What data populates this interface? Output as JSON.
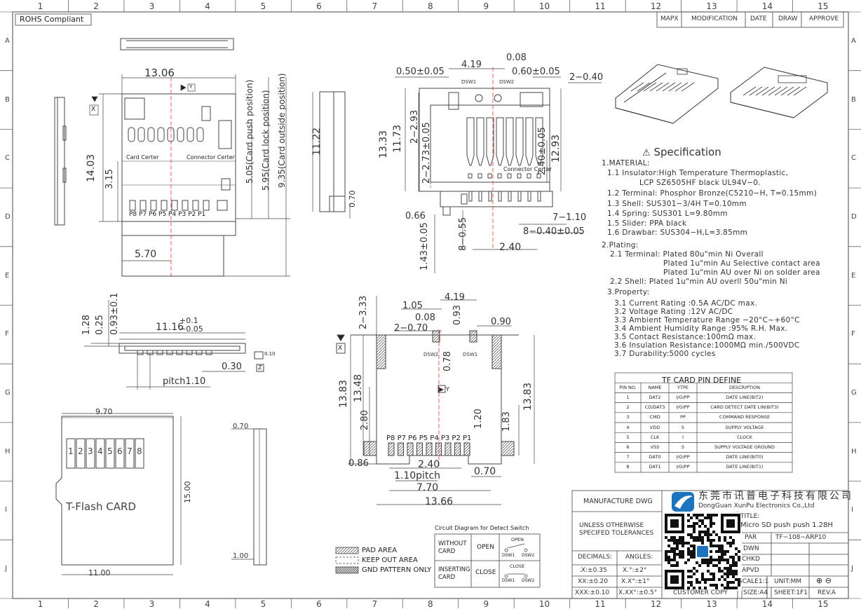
{
  "grid": {
    "cols": [
      "1",
      "2",
      "3",
      "4",
      "5",
      "6",
      "7",
      "8",
      "9",
      "10",
      "11",
      "12",
      "13",
      "14",
      "15"
    ],
    "rows": [
      "A",
      "B",
      "C",
      "D",
      "E",
      "F",
      "G",
      "H",
      "I",
      "J"
    ]
  },
  "rohs": "ROHS Compliant",
  "revision_table": {
    "headers": [
      "MAPX",
      "MODIFICATION",
      "DATE",
      "DRAW",
      "APPROVE"
    ]
  },
  "top_view": {
    "width": "13.06",
    "height": "14.03",
    "d315": "3.15",
    "d570": "5.70",
    "push": "5.05(Card push position)",
    "lock": "5.95(Card lock position)",
    "outside": "9.35(Card outside position)",
    "card_center": "Card Certer",
    "connector_center": "Connector Certer",
    "pins": "P8 P7 P6 P5 P4 P3 P2 P1",
    "x_ref": "X",
    "y_ref": "Y"
  },
  "side_view": {
    "d1122": "11.22",
    "d070": "0.70"
  },
  "bottom_view": {
    "d050": "0.50±0.05",
    "d419": "4.19",
    "d008": "0.08",
    "d060": "0.60±0.05",
    "d2040": "2−0.40",
    "d1333": "13.33",
    "d1173": "11.73",
    "d293": "2−2.93",
    "d273": "2−2.73±0.05",
    "d240": "2.40±0.05",
    "d1293": "12.93",
    "d066": "0.66",
    "d143": "1.43±0.05",
    "d855": "8−0.55",
    "d240b": "2.40",
    "d710": "7−1.10",
    "d8040": "8−0.40±0.05",
    "dsw1": "DSW1",
    "dsw2": "DSW2",
    "connector_center": "Connector Certer"
  },
  "front_view": {
    "d128": "1.28",
    "d025": "0.25",
    "d093": "0.93±0.1",
    "d1116": "11.16",
    "tol_plus": "+0.1",
    "tol_minus": "−0.05",
    "d030": "0.30",
    "pitch": "pitch1.10",
    "flat": "0.10",
    "z_ref": "Z"
  },
  "footprint": {
    "d333": "2−3.33",
    "d105": "1.05",
    "d419": "4.19",
    "d008": "0.08",
    "d093": "0.93",
    "d2070": "2−0.70",
    "d090": "0.90",
    "d078": "0.78",
    "d1383": "13.83",
    "d1348": "13.48",
    "d280": "2.80",
    "d1383r": "13.83",
    "d183": "1.83",
    "d120": "1.20",
    "d086": "0.86",
    "d240": "2.40",
    "pitch": "1.10pitch",
    "d770": "7.70",
    "d070": "0.70",
    "d1366": "13.66",
    "pins": "P8 P7 P6 P5 P4 P3 P2 P1",
    "dsw1": "DSW1",
    "dsw2": "DSW2",
    "x_ref": "X",
    "y_ref": "Y"
  },
  "card": {
    "width": "9.70",
    "height": "15.00",
    "bottom": "11.00",
    "label": "T-Flash  CARD",
    "pins": [
      "1",
      "2",
      "3",
      "4",
      "5",
      "6",
      "7",
      "8"
    ]
  },
  "card_side": {
    "top": "0.70",
    "bottom": "1.00"
  },
  "specification": {
    "title": "Specification",
    "lines": [
      "1.MATERIAL:",
      "1.1  Insulator:High  Temperature  Thermoplastic,",
      "LCP  SZ6505HF   black  UL94V−0.",
      "1.2  Terminal:  Phosphor Bronze(C5210−H,  T=0.15mm)",
      "1.3  Shell:  SUS301−3/4H    T=0.10mm",
      "1.4  Spring:   SUS301   L=9.80mm",
      "1.5  Slider:   PPA   black",
      "1.6  Drawbar:   SUS304−H,L=3.85mm",
      "2.Plating:",
      "2.1  Terminal:  Plated  80u\"min  Ni  Overall",
      "Plated  1u\"min  Au  Selective  contact  area",
      "Plated  1u\"min  AU  over  Ni  on  solder  area",
      "2.2  Shell:  Plated  1u\"min  AU  overll  50u\"min  Ni",
      "3.Property:",
      "3.1  Current  Rating  :0.5A  AC/DC  max.",
      "3.2  Voltage  Rating  :12V  AC/DC",
      "3.3  Ambient  Temperature  Range   −20°C~+60°C",
      "3.4  Ambient  Humidity  Range  :95%  R.H.  Max.",
      "3.5  Contact  Resistance:100mΩ  max.",
      "3.6  Insulation  Resistance:1000MΩ  min./500VDC",
      "3.7  Durability:5000  cycles"
    ]
  },
  "pin_table": {
    "title": "TF  CARD  PIN  DEFINE",
    "headers": [
      "PIN NO.",
      "NAME",
      "YTPE",
      "DESCRIPTION"
    ],
    "rows": [
      [
        "1",
        "DAT2",
        "I/O/PP",
        "DATE LINE(BIT2)"
      ],
      [
        "2",
        "CD/DAT3",
        "I/O/PP",
        "CARD DETECT DATE LIN(BIT3)"
      ],
      [
        "3",
        "CMD",
        "PP",
        "COMMAND RESPONSE"
      ],
      [
        "4",
        "VDD",
        "S",
        "SUPPLY VOLTAGE"
      ],
      [
        "5",
        "CLK",
        "I",
        "CLOCK"
      ],
      [
        "6",
        "VSS",
        "S",
        "SUPPLY VOLTAGE GROUND"
      ],
      [
        "7",
        "DAT0",
        "I/O/PP",
        "DATE LINE(BIT0)"
      ],
      [
        "8",
        "DAT1",
        "I/O/PP",
        "DATE LINE(BIT1)"
      ]
    ]
  },
  "legend": {
    "pad": "PAD AREA",
    "keepout": "KEEP OUT AREA",
    "gnd": "GND PATTERN ONLY"
  },
  "circuit": {
    "title": "Circuit Diagram for Detect Switch",
    "without": "WITHOUT CARD",
    "open": "OPEN",
    "inserting": "INSERTING CARD",
    "close": "CLOSE",
    "open_small": "OPEN",
    "close_small": "CLOSE",
    "dsw1": "DSW1",
    "dsw2": "DSW2"
  },
  "title_block": {
    "manufacture": "MANUFACTURE DWG",
    "company_cn": "东莞市讯普电子科技有限公司",
    "company_en": "DongGuan XunPu Electronics Co.,Ltd",
    "unless": "UNLESS OTHERWISE SPECIFED TOLERANCES",
    "title_label": "TITLE:",
    "title": "Micro SD push push 1.28H",
    "par_label": "PAR",
    "par": "TF−108−ARP10",
    "dwn": "DWN",
    "chkd": "CHKD",
    "apvd": "APVD",
    "decimals": "DECIMALS:",
    "angles": "ANGLES:",
    "tol1": ".X:±0.35",
    "ang1": "X.°:±2°",
    "tol2": "XX:±0.20",
    "ang2": "X.X°:±1°",
    "tol3": "XXX:±0.10",
    "ang3": "X.XX°:±0.5°",
    "scale": "SCALE1:1",
    "unit": "UNIT:MM",
    "copy": "CUSTOMER COPY",
    "size": "SIZE:A4",
    "sheet": "SHEET:1F1",
    "rev": "REV.A"
  }
}
